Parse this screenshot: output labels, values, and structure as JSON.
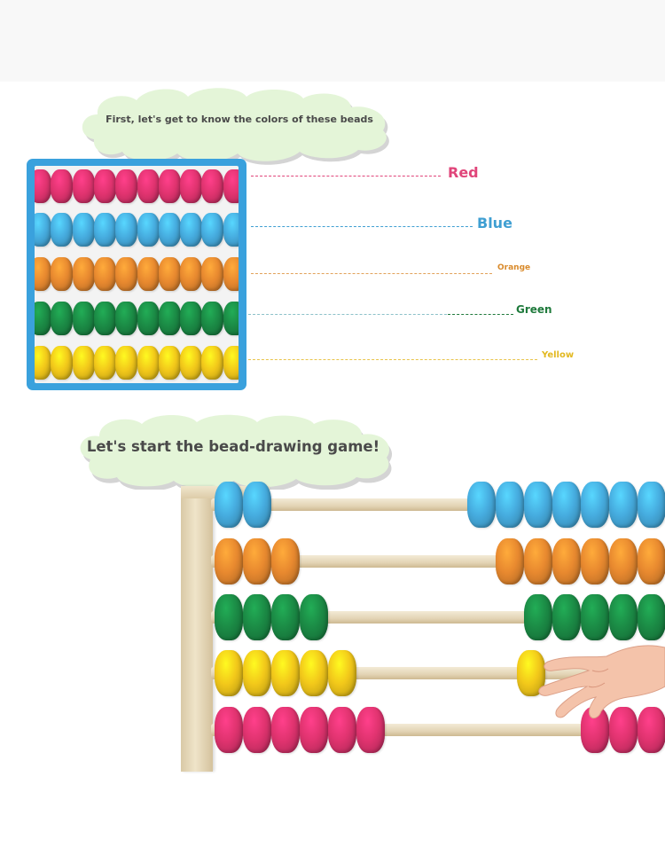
{
  "intro_cloud": {
    "text": "First, let's get to know the colors of these beads"
  },
  "game_cloud": {
    "text": "Let's start the bead-drawing game!"
  },
  "bead_colors": [
    {
      "label": "Red",
      "color": "#e0457a",
      "bead": "#e0336f"
    },
    {
      "label": "Blue",
      "color": "#3f9fd2",
      "bead": "#46acdf"
    },
    {
      "label": "Orange",
      "color": "#d98a2b",
      "bead": "#e8892f"
    },
    {
      "label": "Green",
      "color": "#1f7a3c",
      "bead": "#1b8a45"
    },
    {
      "label": "Yellow",
      "color": "#e2b820",
      "bead": "#f2c81a"
    }
  ],
  "colors": {
    "frame": "#3aa1dd",
    "cloud_fill": "#e3f4d6",
    "cloud_shadow": "#d2d2d2"
  },
  "abacus_rows": [
    {
      "color": "Blue",
      "left_beads": 2,
      "right_beads": 7
    },
    {
      "color": "Orange",
      "left_beads": 3,
      "right_beads": 6
    },
    {
      "color": "Green",
      "left_beads": 4,
      "right_beads": 5
    },
    {
      "color": "Yellow",
      "left_beads": 5,
      "right_beads": 1
    },
    {
      "color": "Red",
      "left_beads": 6,
      "right_beads": 3
    }
  ]
}
